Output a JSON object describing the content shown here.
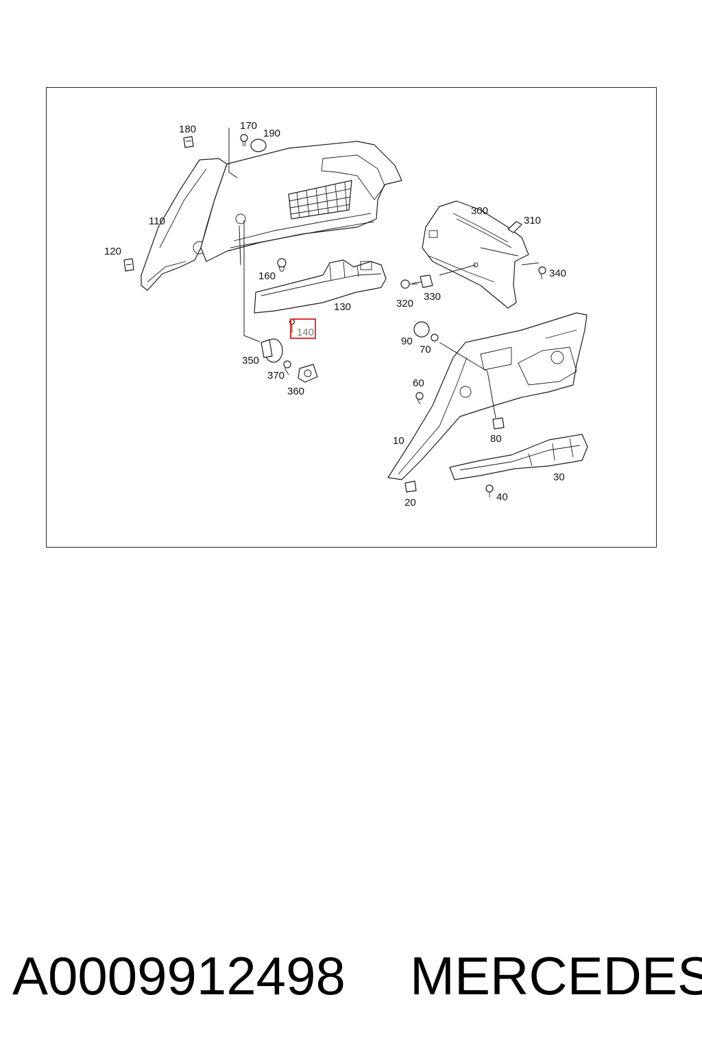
{
  "diagram": {
    "callouts": {
      "c10": "10",
      "c20": "20",
      "c30": "30",
      "c40": "40",
      "c60": "60",
      "c70": "70",
      "c80": "80",
      "c90": "90",
      "c110": "110",
      "c120": "120",
      "c130": "130",
      "c140": "140",
      "c160": "160",
      "c170": "170",
      "c180": "180",
      "c190": "190",
      "c300": "300",
      "c310": "310",
      "c320": "320",
      "c330": "330",
      "c340": "340",
      "c350": "350",
      "c360": "360",
      "c370": "370"
    },
    "highlighted_callout": "140",
    "highlight_color": "#e03030"
  },
  "caption": {
    "part_number": "A0009912498",
    "brand": "MERCEDES"
  }
}
